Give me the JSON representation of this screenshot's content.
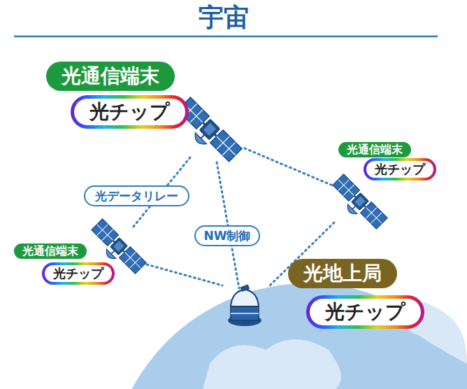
{
  "diagram": {
    "title": "宇宙",
    "nodes": [
      {
        "text": [
          "光通信端末"
        ]
      },
      {
        "text": [
          "光チップ"
        ]
      },
      {
        "text": [
          "光通信端末"
        ]
      },
      {
        "text": [
          "光チップ"
        ]
      },
      {
        "text": [
          "光データリレー"
        ]
      },
      {
        "text": [
          "NW制御"
        ]
      },
      {
        "text": [
          "光通信端末"
        ]
      },
      {
        "text": [
          "光チップ"
        ]
      },
      {
        "text": [
          "光地上局"
        ]
      },
      {
        "text": [
          "光チップ"
        ]
      }
    ]
  }
}
